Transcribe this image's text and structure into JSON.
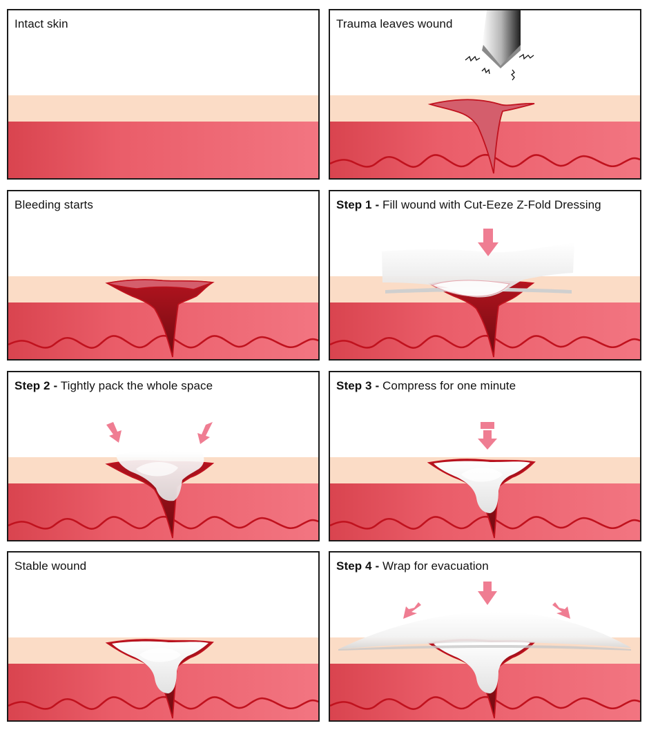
{
  "colors": {
    "epidermis": "#fbdcc6",
    "dermis_left": "#db4a55",
    "dermis_right": "#f2727f",
    "vessel": "#c0121e",
    "wound_fill": "#d45e6c",
    "blood_dark": "#8a0f17",
    "dressing": "#f4f4f4",
    "arrow_pink": "#ef7d92",
    "border": "#1a1a1a"
  },
  "panels": [
    {
      "id": "intact-skin",
      "step": "",
      "text": "Intact skin"
    },
    {
      "id": "trauma",
      "step": "",
      "text": "Trauma leaves wound"
    },
    {
      "id": "bleeding",
      "step": "",
      "text": "Bleeding starts"
    },
    {
      "id": "step1",
      "step": "Step 1 -",
      "text": " Fill wound with Cut-Eeze Z-Fold Dressing"
    },
    {
      "id": "step2",
      "step": "Step 2 -",
      "text": " Tightly pack the whole space"
    },
    {
      "id": "step3",
      "step": "Step 3 -",
      "text": " Compress for one minute"
    },
    {
      "id": "stable",
      "step": "",
      "text": "Stable wound"
    },
    {
      "id": "step4",
      "step": "Step 4 -",
      "text": " Wrap for evacuation"
    }
  ]
}
